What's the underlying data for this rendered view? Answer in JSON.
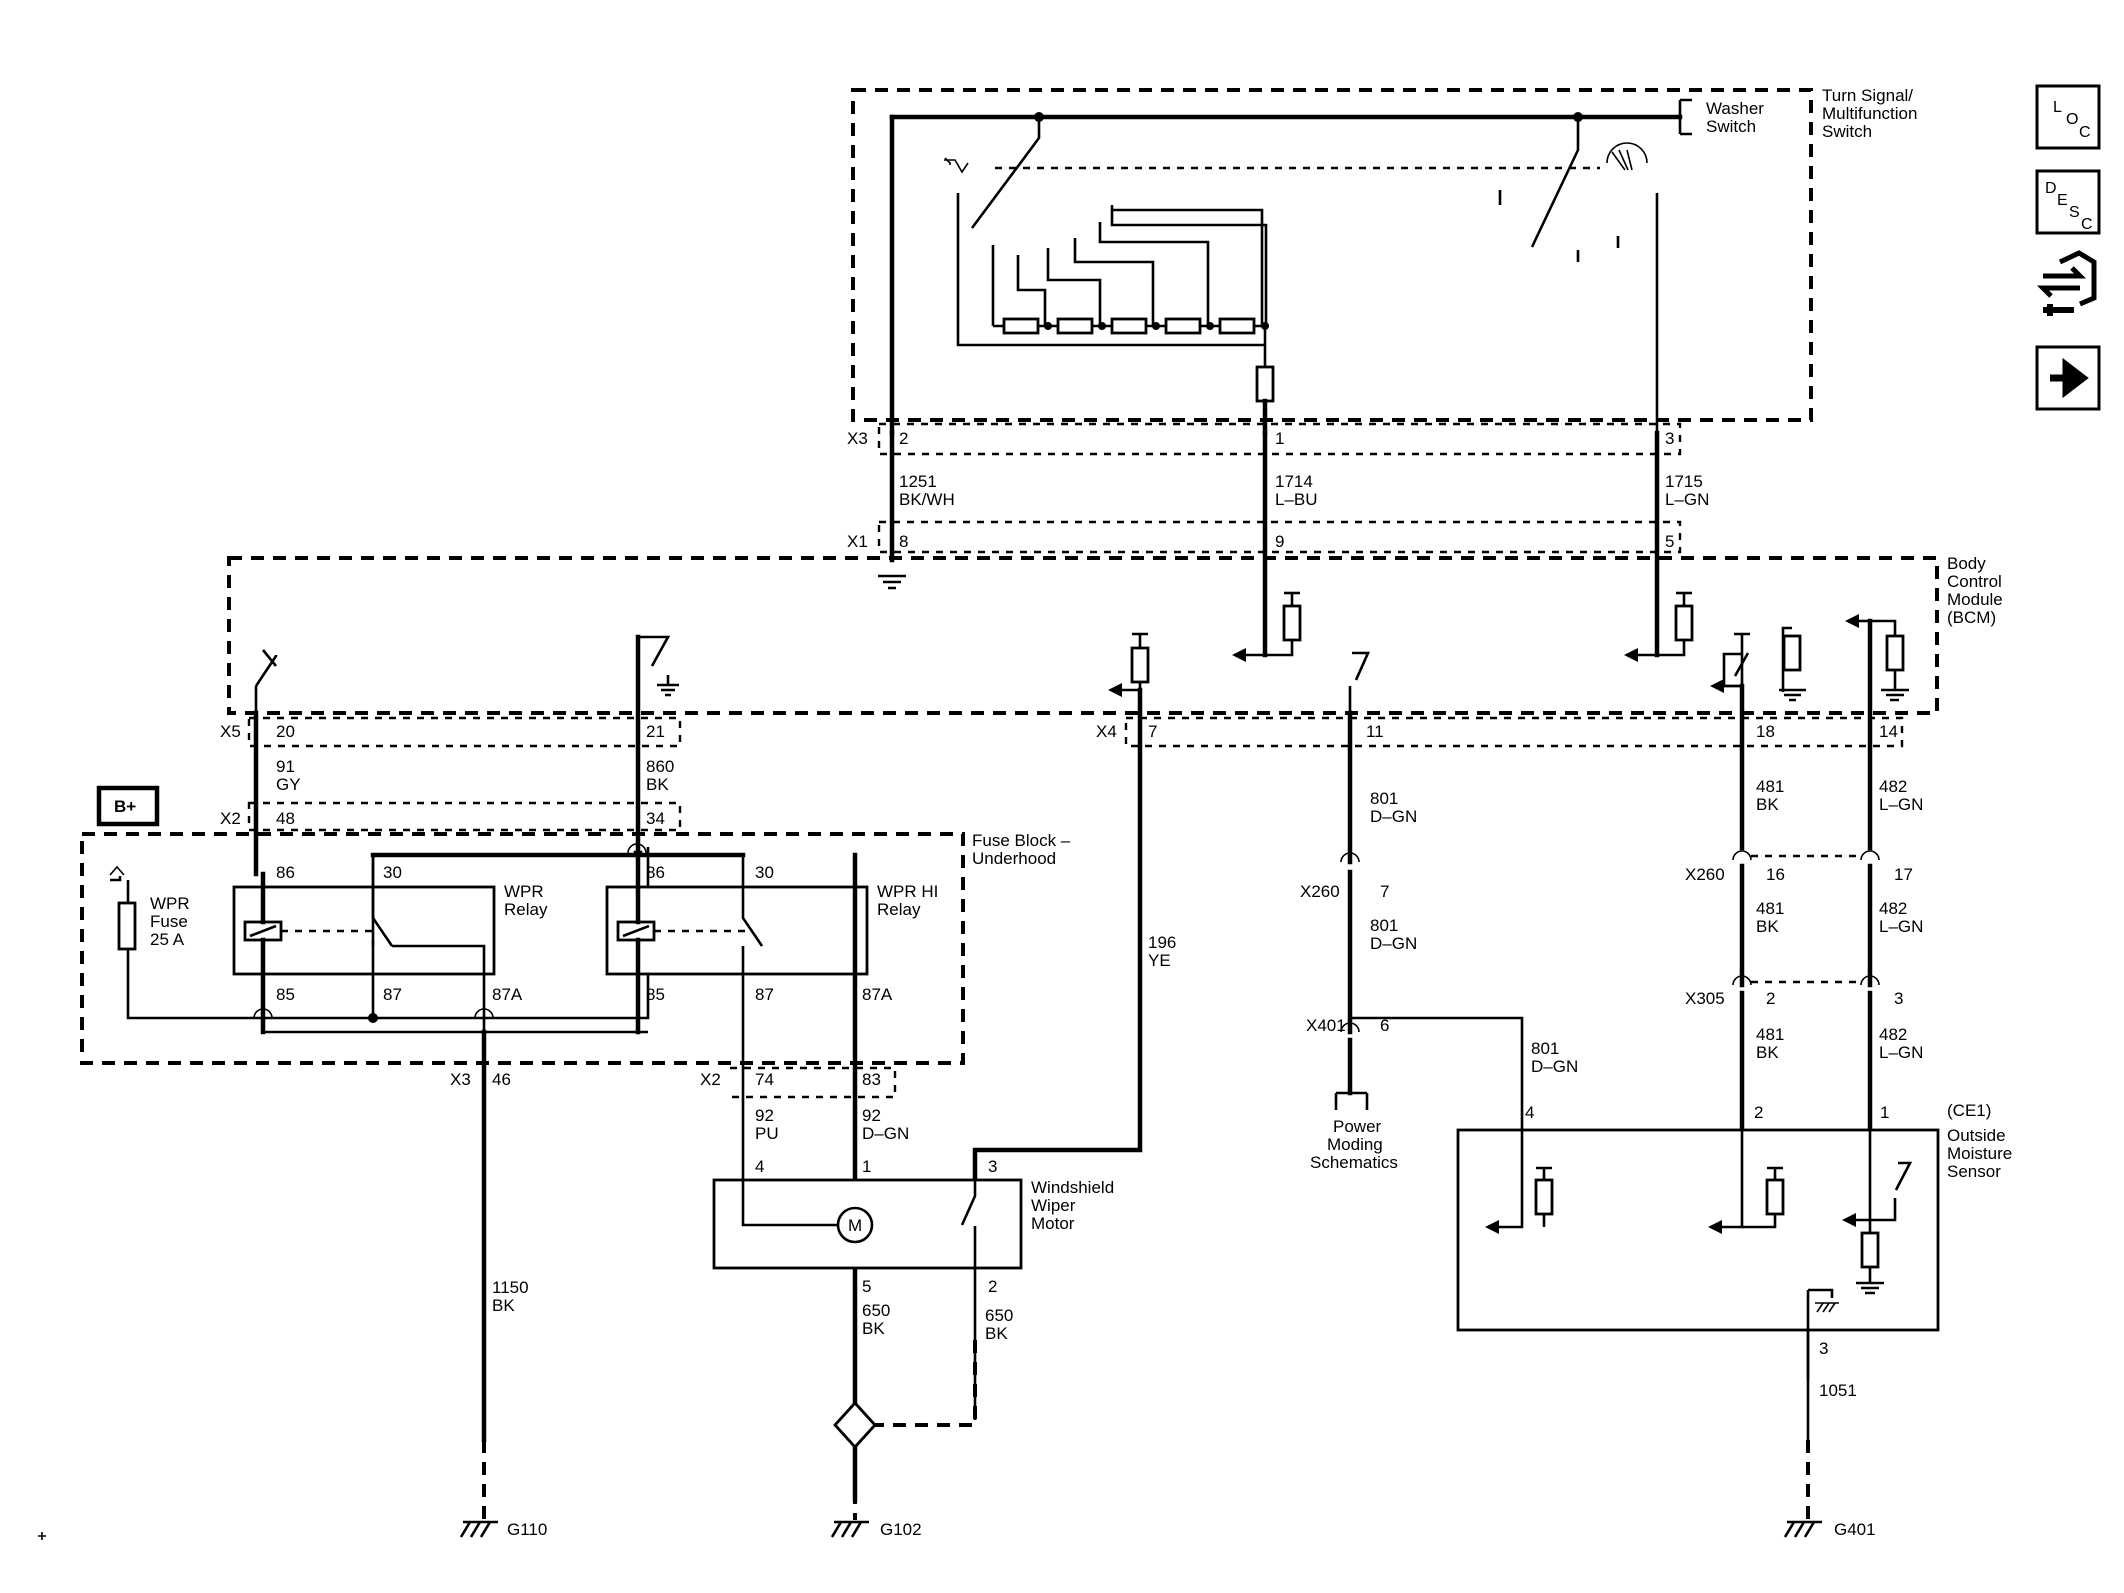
{
  "components": {
    "turn_signal_switch": [
      "Turn Signal/",
      "Multifunction",
      "Switch"
    ],
    "washer_switch": [
      "Washer",
      "Switch"
    ],
    "bcm": [
      "Body",
      "Control",
      "Module",
      "(BCM)"
    ],
    "fuse_block": [
      "Fuse Block –",
      "Underhood"
    ],
    "b_plus": "B+",
    "wpr_fuse": [
      "WPR",
      "Fuse",
      "25 A"
    ],
    "wpr_relay": [
      "WPR",
      "Relay"
    ],
    "wpr_hi_relay": [
      "WPR HI",
      "Relay"
    ],
    "wiper_motor": [
      "Windshield",
      "Wiper",
      "Motor"
    ],
    "motor_symbol": "M",
    "power_moding": [
      "Power",
      "Moding",
      "Schematics"
    ],
    "moisture_sensor": [
      "(CE1)",
      "Outside",
      "Moisture",
      "Sensor"
    ]
  },
  "connectors": {
    "x3_top": "X3",
    "x1": "X1",
    "x5": "X5",
    "x4": "X4",
    "x2_top": "X2",
    "x3_fuse": "X3",
    "x2_fuse": "X2",
    "x260_a": "X260",
    "x260_b": "X260",
    "x401": "X401",
    "x305": "X305"
  },
  "pins": {
    "sw_2": "2",
    "sw_1": "1",
    "sw_3": "3",
    "bcm_8": "8",
    "bcm_9": "9",
    "bcm_5": "5",
    "bcm_20": "20",
    "bcm_21": "21",
    "bcm_7": "7",
    "bcm_11": "11",
    "bcm_18": "18",
    "bcm_14": "14",
    "fb_48": "48",
    "fb_34": "34",
    "r1_86": "86",
    "r1_30": "30",
    "r1_85": "85",
    "r1_87": "87",
    "r1_87a": "87A",
    "r2_86": "86",
    "r2_30": "30",
    "r2_85": "85",
    "r2_87": "87",
    "r2_87a": "87A",
    "fb_46": "46",
    "fb_74": "74",
    "fb_83": "83",
    "m_4": "4",
    "m_1": "1",
    "m_3": "3",
    "m_5": "5",
    "m_2": "2",
    "x260_7": "7",
    "x401_6": "6",
    "x260_16": "16",
    "x260_17": "17",
    "x305_2": "2",
    "x305_3": "3",
    "s_4": "4",
    "s_2": "2",
    "s_1": "1",
    "s_3": "3"
  },
  "wires": {
    "w1251": [
      "1251",
      "BK/WH"
    ],
    "w1714": [
      "1714",
      "L–BU"
    ],
    "w1715": [
      "1715",
      "L–GN"
    ],
    "w91": [
      "91",
      "GY"
    ],
    "w860": [
      "860",
      "BK"
    ],
    "w196": [
      "196",
      "YE"
    ],
    "w801a": [
      "801",
      "D–GN"
    ],
    "w801b": [
      "801",
      "D–GN"
    ],
    "w801c": [
      "801",
      "D–GN"
    ],
    "w481a": [
      "481",
      "BK"
    ],
    "w481b": [
      "481",
      "BK"
    ],
    "w481c": [
      "481",
      "BK"
    ],
    "w482a": [
      "482",
      "L–GN"
    ],
    "w482b": [
      "482",
      "L–GN"
    ],
    "w482c": [
      "482",
      "L–GN"
    ],
    "w92pu": [
      "92",
      "PU"
    ],
    "w92dgn": [
      "92",
      "D–GN"
    ],
    "w1150": [
      "1150",
      "BK"
    ],
    "w650a": [
      "650",
      "BK"
    ],
    "w650b": [
      "650",
      "BK"
    ],
    "w1051": "1051"
  },
  "grounds": {
    "g110": "G110",
    "g102": "G102",
    "g401": "G401"
  },
  "side_buttons": {
    "loc": [
      "L",
      "O",
      "C"
    ],
    "desc": [
      "D",
      "E",
      "S",
      "C"
    ],
    "connector_icon": "connector-end-view-icon",
    "next_icon": "next-arrow-icon"
  }
}
